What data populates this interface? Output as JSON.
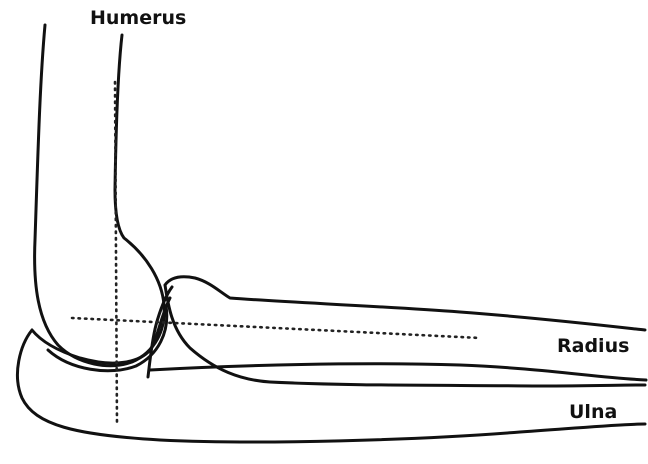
{
  "labels": {
    "humerus": "Humerus",
    "radius": "Radius",
    "ulna": "Ulna"
  },
  "colors": {
    "outline": "#111111",
    "background": "#ffffff"
  }
}
